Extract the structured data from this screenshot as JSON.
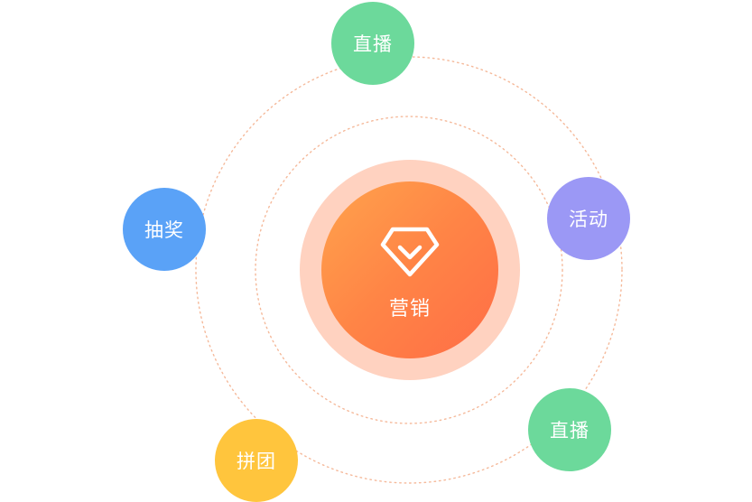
{
  "center": {
    "label": "营销",
    "icon": "diamond-check-icon"
  },
  "nodes": [
    {
      "id": "top",
      "label": "直播",
      "color": "#6cd99b"
    },
    {
      "id": "right",
      "label": "活动",
      "color": "#9b98f5"
    },
    {
      "id": "bottom-right",
      "label": "直播",
      "color": "#6cd99b"
    },
    {
      "id": "bottom-left",
      "label": "拼团",
      "color": "#ffc53d"
    },
    {
      "id": "left",
      "label": "抽奖",
      "color": "#5aa2f7"
    }
  ],
  "colors": {
    "orbit": "#f5b99a",
    "halo": "#ffd2c0",
    "core_start": "#ffa34c",
    "core_end": "#ff6d47"
  }
}
